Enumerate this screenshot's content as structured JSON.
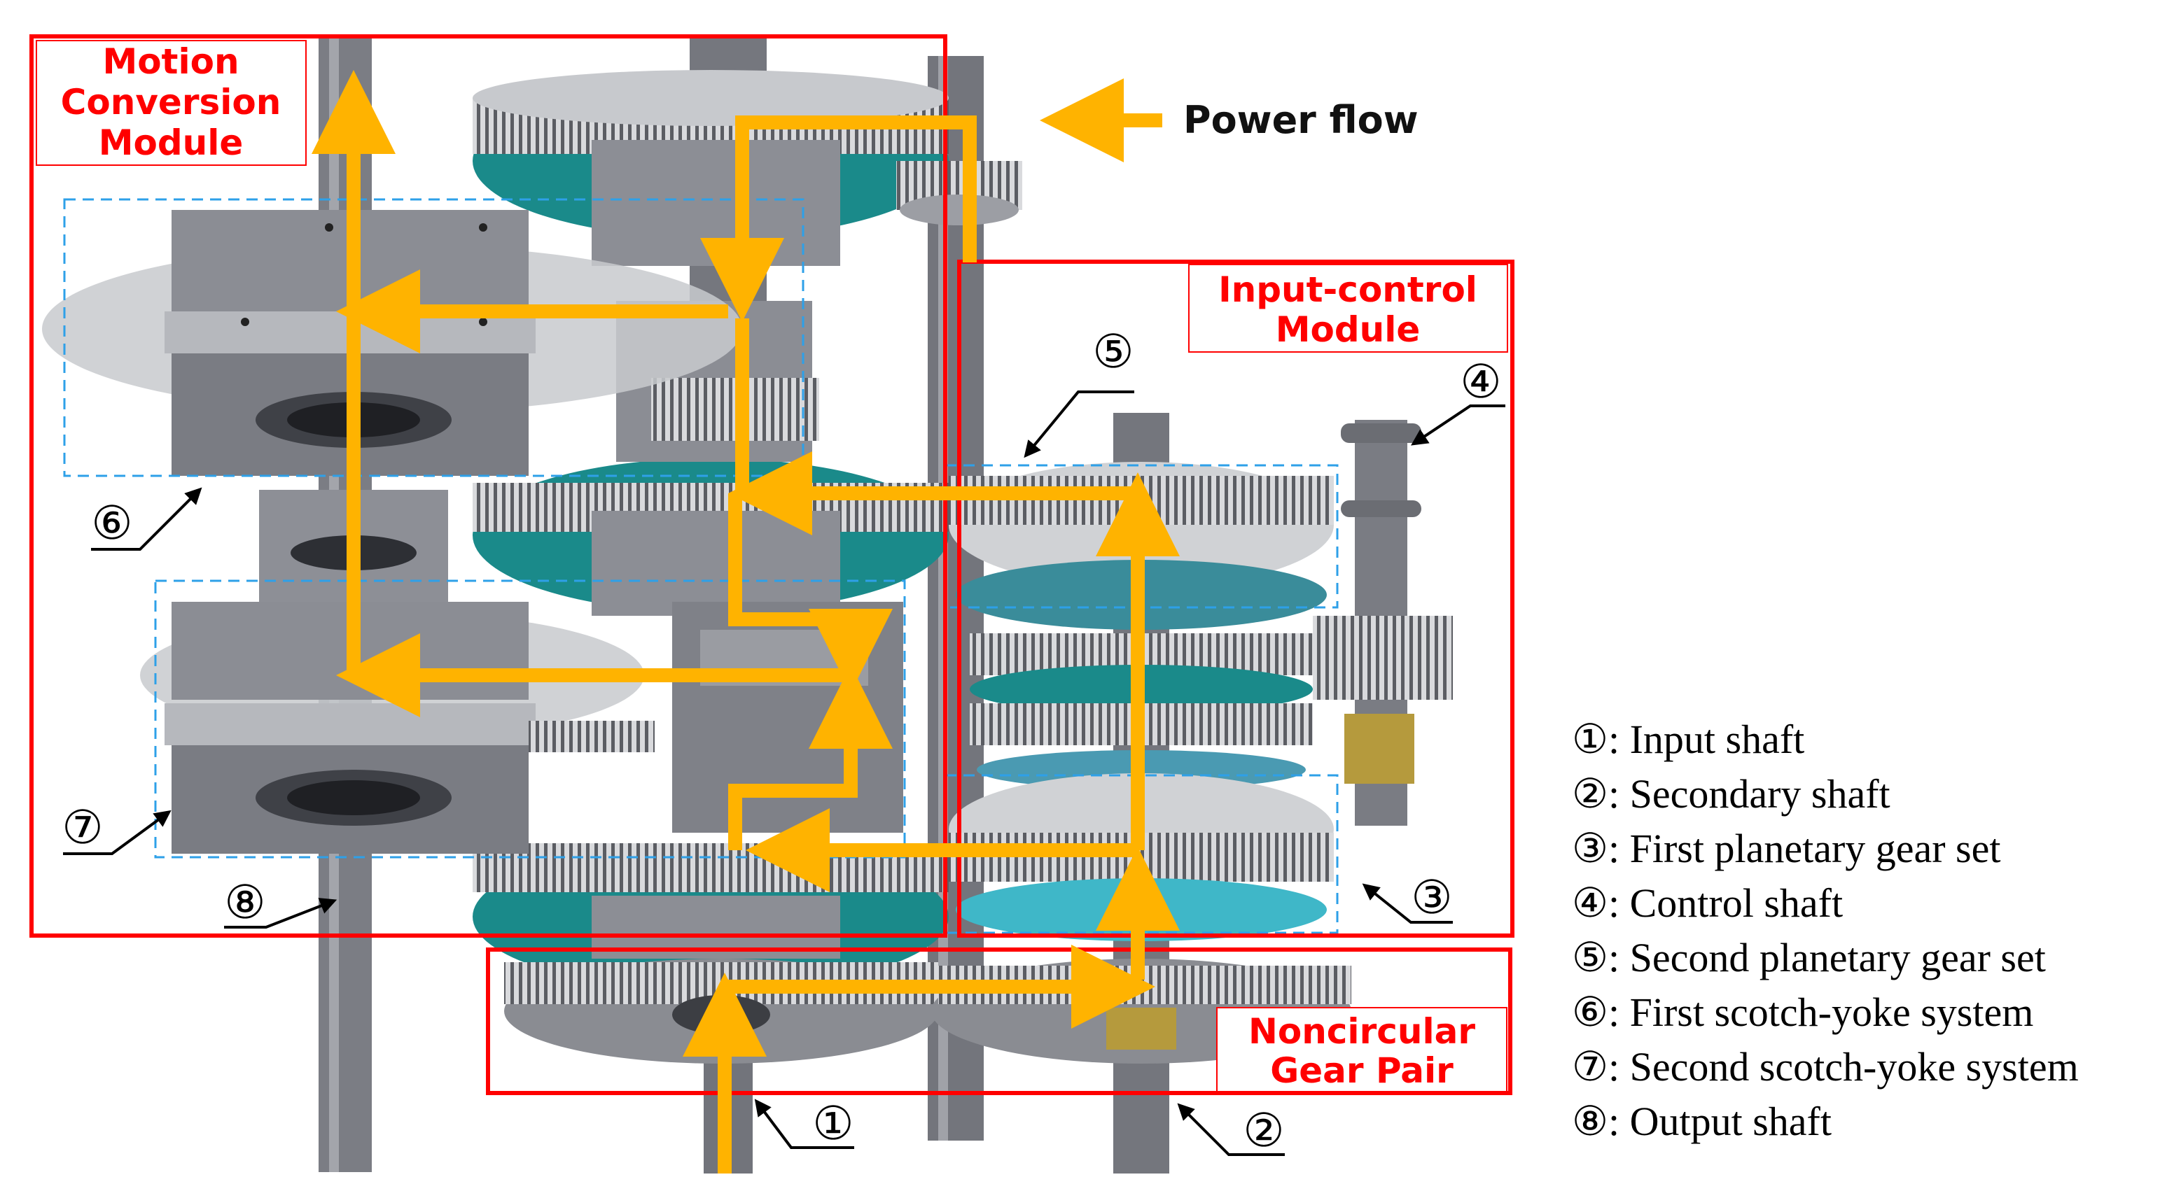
{
  "modules": {
    "motion": [
      "Motion",
      "Conversion",
      "Module"
    ],
    "input_control": [
      "Input-control",
      "Module"
    ],
    "noncircular": [
      "Noncircular",
      "Gear Pair"
    ]
  },
  "power_flow_label": "Power flow",
  "callouts": [
    "①",
    "②",
    "③",
    "④",
    "⑤",
    "⑥",
    "⑦",
    "⑧"
  ],
  "legend": [
    "①: Input shaft",
    "②: Secondary shaft",
    "③: First planetary gear set",
    "④: Control shaft",
    "⑤: Second planetary gear set",
    "⑥: First scotch-yoke system",
    "⑦: Second scotch-yoke system",
    "⑧: Output shaft"
  ],
  "colors": {
    "module_border": "#ff0000",
    "module_text": "#ff0000",
    "flow_arrow": "#ffb300",
    "dashed_box": "#2ea0e8",
    "gear_teal": "#1a8a8a",
    "metal_gray": "#7d7f86"
  }
}
